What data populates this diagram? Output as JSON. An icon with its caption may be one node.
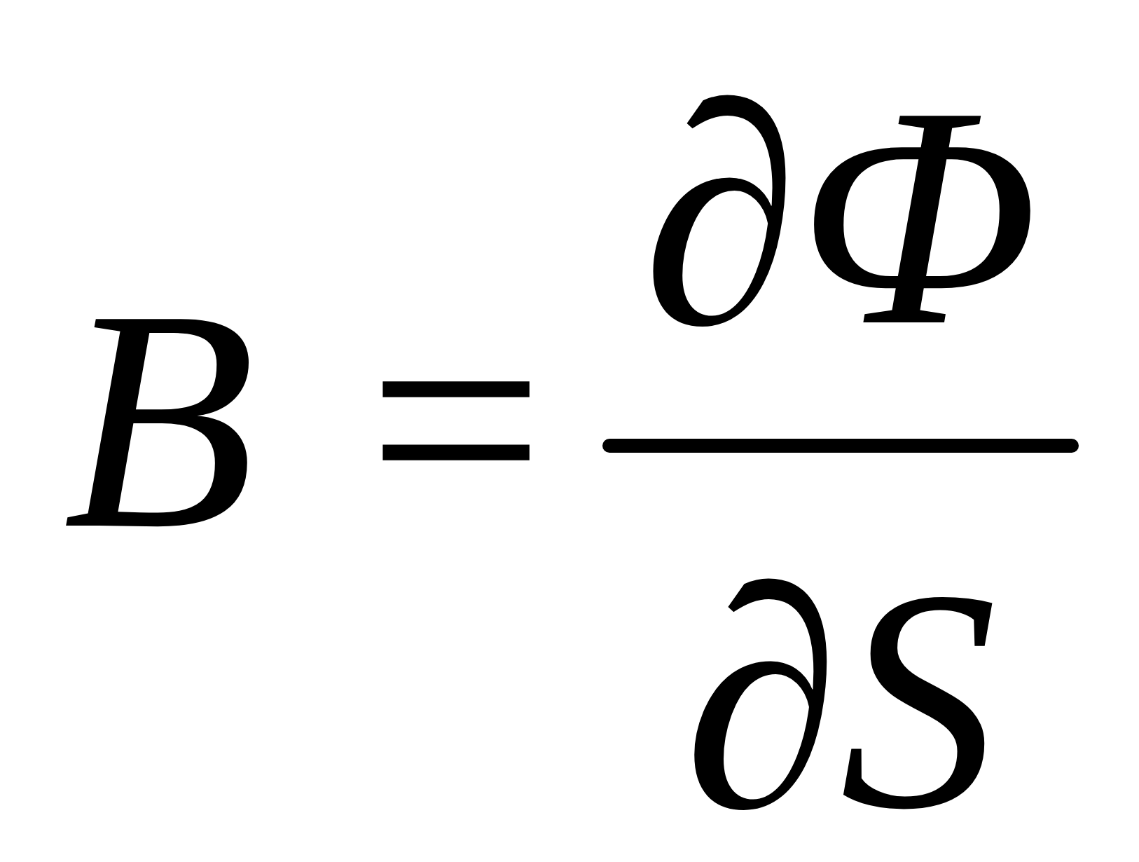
{
  "diagram": {
    "labels": [
      "B",
      "=",
      "∂Φ",
      "∂S"
    ]
  }
}
